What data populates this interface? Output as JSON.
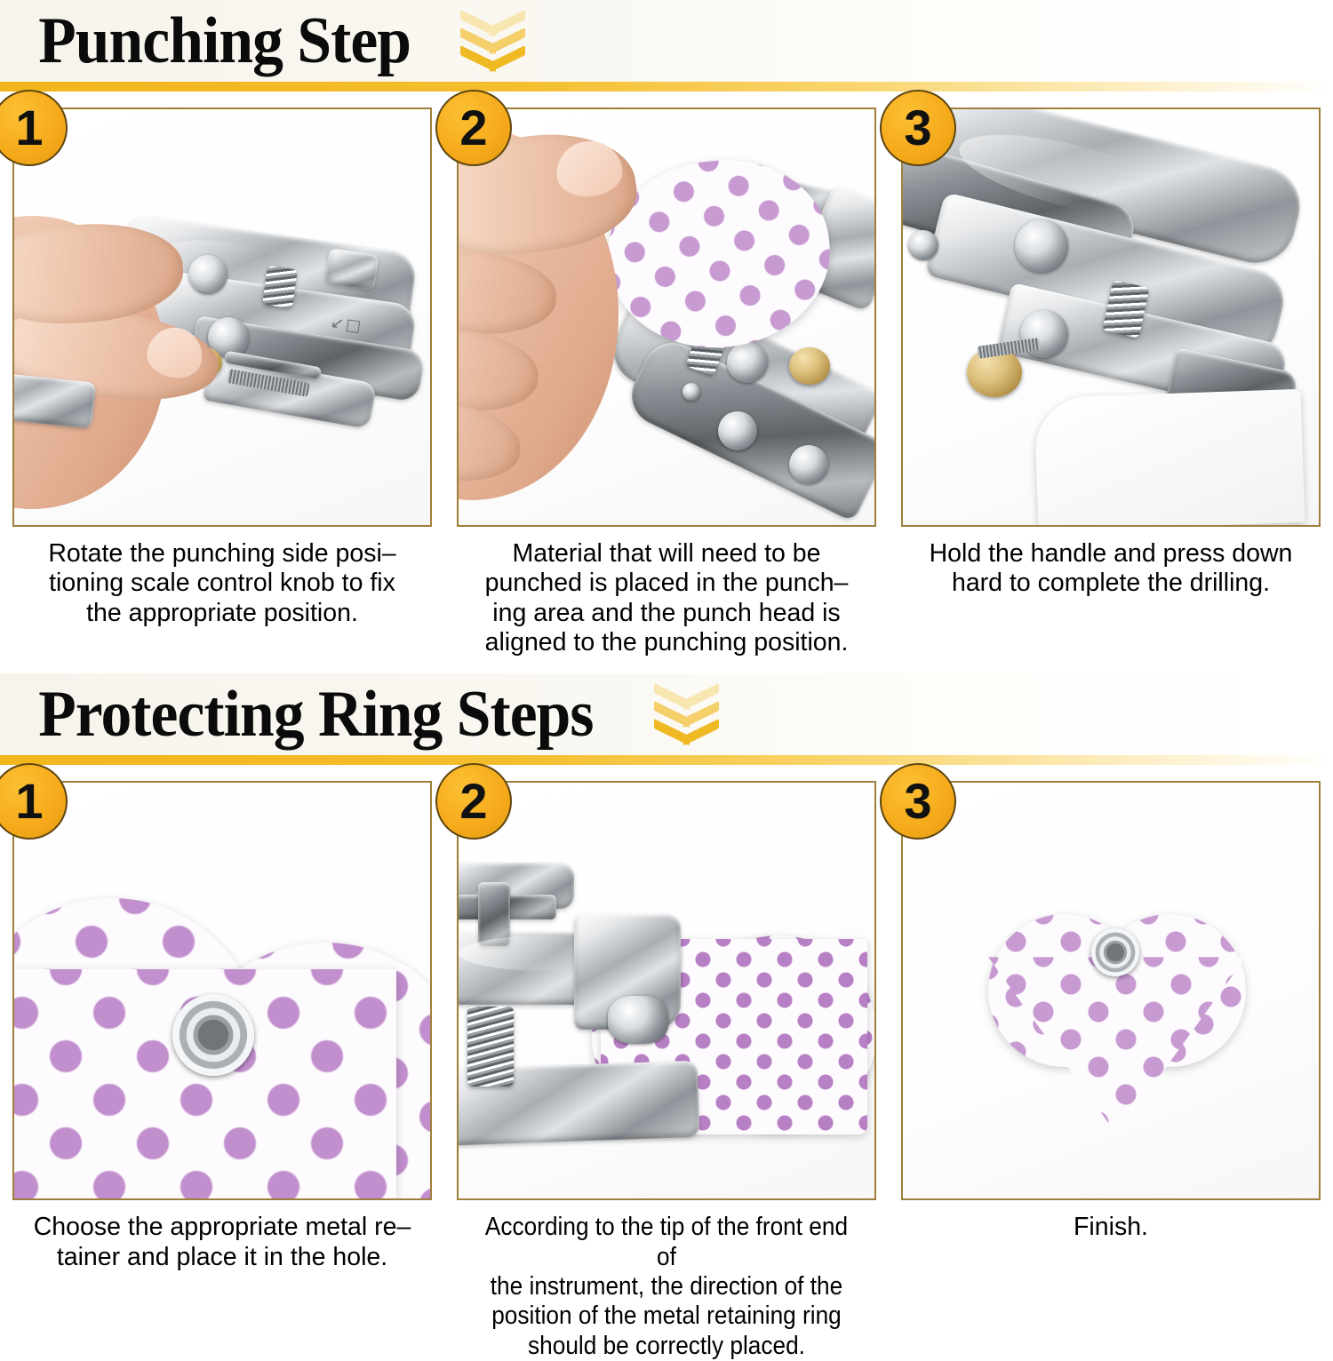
{
  "sections": [
    {
      "title": "Punching Step",
      "decoration_icon": "triple-chevron-down-icon",
      "steps": [
        {
          "number": "1",
          "caption": "Rotate the punching side posi–\ntioning scale control knob to fix\nthe appropriate position.",
          "photo_alt": "hand-rotating-knob-on-hole-punch"
        },
        {
          "number": "2",
          "caption": "Material that will need to be\npunched is placed in the punch–\ning area and the punch head is\naligned to the punching position.",
          "photo_alt": "hand-placing-polka-dot-felt-into-punch"
        },
        {
          "number": "3",
          "caption": "Hold the handle and press down\nhard to complete the drilling.",
          "photo_alt": "punch-pressing-down-on-white-material"
        }
      ]
    },
    {
      "title": "Protecting Ring Steps",
      "decoration_icon": "triple-chevron-down-icon",
      "steps": [
        {
          "number": "1",
          "caption": "Choose the appropriate metal re–\ntainer and place it in the hole.",
          "photo_alt": "closeup-eyelet-placed-in-hole-of-polka-dot-heart"
        },
        {
          "number": "2",
          "caption": "According to the tip of the front end of\nthe instrument, the direction of the\nposition of the metal retaining ring\nshould be correctly placed.",
          "photo_alt": "tool-aligning-retaining-ring-on-heart"
        },
        {
          "number": "3",
          "caption": "Finish.",
          "photo_alt": "finished-polka-dot-heart-with-silver-eyelet"
        }
      ]
    }
  ],
  "colors": {
    "gold_bar": "#f2b61c",
    "badge": "#f5a91a",
    "panel_border": "#a07f3d",
    "banner_background": "#f7f4ec",
    "text": "#000000",
    "fabric_dot": "#b77fc4"
  }
}
